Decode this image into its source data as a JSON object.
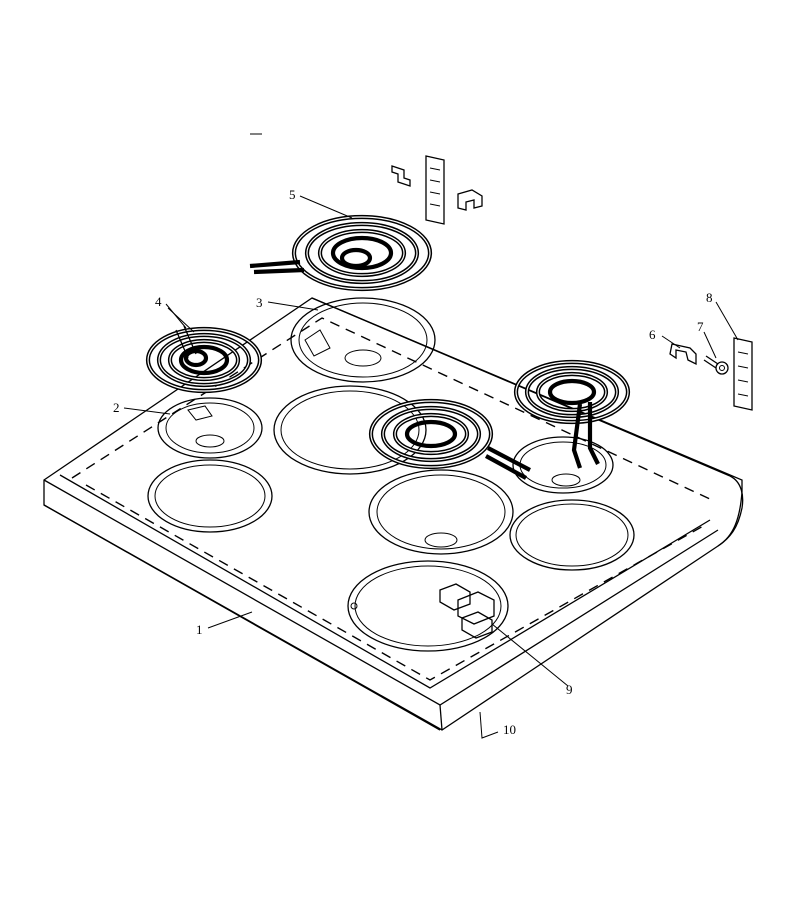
{
  "callouts": [
    {
      "id": "1",
      "text": "1",
      "part": "cooktop-panel"
    },
    {
      "id": "2",
      "text": "2",
      "part": "drip-pan-small"
    },
    {
      "id": "3",
      "text": "3",
      "part": "drip-pan-large"
    },
    {
      "id": "4",
      "text": "4",
      "part": "surface-element-small"
    },
    {
      "id": "5",
      "text": "5",
      "part": "surface-element-large"
    },
    {
      "id": "6",
      "text": "6",
      "part": "bracket-clip"
    },
    {
      "id": "7",
      "text": "7",
      "part": "screw"
    },
    {
      "id": "8",
      "text": "8",
      "part": "terminal-bracket"
    },
    {
      "id": "9",
      "text": "9",
      "part": "receptacle-block"
    },
    {
      "id": "10",
      "text": "10",
      "part": "trim-strip"
    }
  ]
}
